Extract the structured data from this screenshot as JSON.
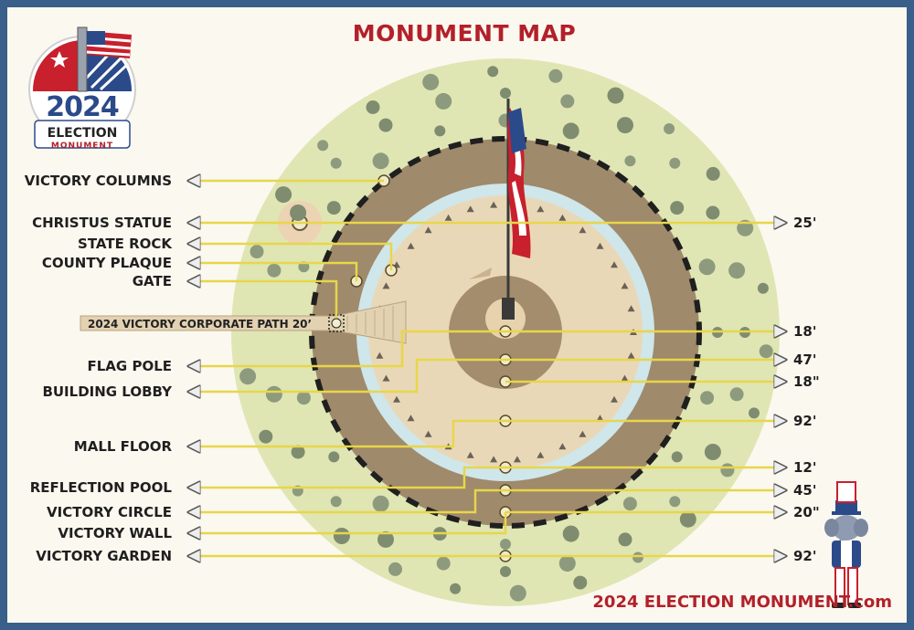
{
  "title": "MONUMENT MAP",
  "logo": {
    "year": "2024",
    "word": "ELECTION",
    "sub": "MONUMENT"
  },
  "path_label": "2024 VICTORY CORPORATE PATH 20’",
  "footer": "2024 ELECTION MONUMENT.com",
  "left_labels": [
    {
      "id": "victory-columns",
      "text": "VICTORY COLUMNS"
    },
    {
      "id": "christus-statue",
      "text": "CHRISTUS STATUE"
    },
    {
      "id": "state-rock",
      "text": "STATE ROCK"
    },
    {
      "id": "county-plaque",
      "text": "COUNTY PLAQUE"
    },
    {
      "id": "gate",
      "text": "GATE"
    },
    {
      "id": "flag-pole",
      "text": "FLAG POLE"
    },
    {
      "id": "building-lobby",
      "text": "BUILDING LOBBY"
    },
    {
      "id": "mall-floor",
      "text": "MALL FLOOR"
    },
    {
      "id": "reflection-pool",
      "text": "REFLECTION POOL"
    },
    {
      "id": "victory-circle",
      "text": "VICTORY CIRCLE"
    },
    {
      "id": "victory-wall",
      "text": "VICTORY WALL"
    },
    {
      "id": "victory-garden",
      "text": "VICTORY GARDEN"
    }
  ],
  "measurements": [
    "25'",
    "18'",
    "47'",
    "18\"",
    "92'",
    "12'",
    "45'",
    "20\"",
    "92'"
  ],
  "colors": {
    "garden": "#dfe6b4",
    "wall": "#9f8a6b",
    "pool": "#cfe6ea",
    "mall": "#e9d8b7",
    "lobby": "#a48d6c",
    "accent_red": "#b3202a",
    "accent_blue": "#2b4a8a",
    "leader": "#e8d64a"
  },
  "icons": [
    "flag-icon",
    "uncle-sam-elephant-icon",
    "logo-emblem-icon"
  ]
}
